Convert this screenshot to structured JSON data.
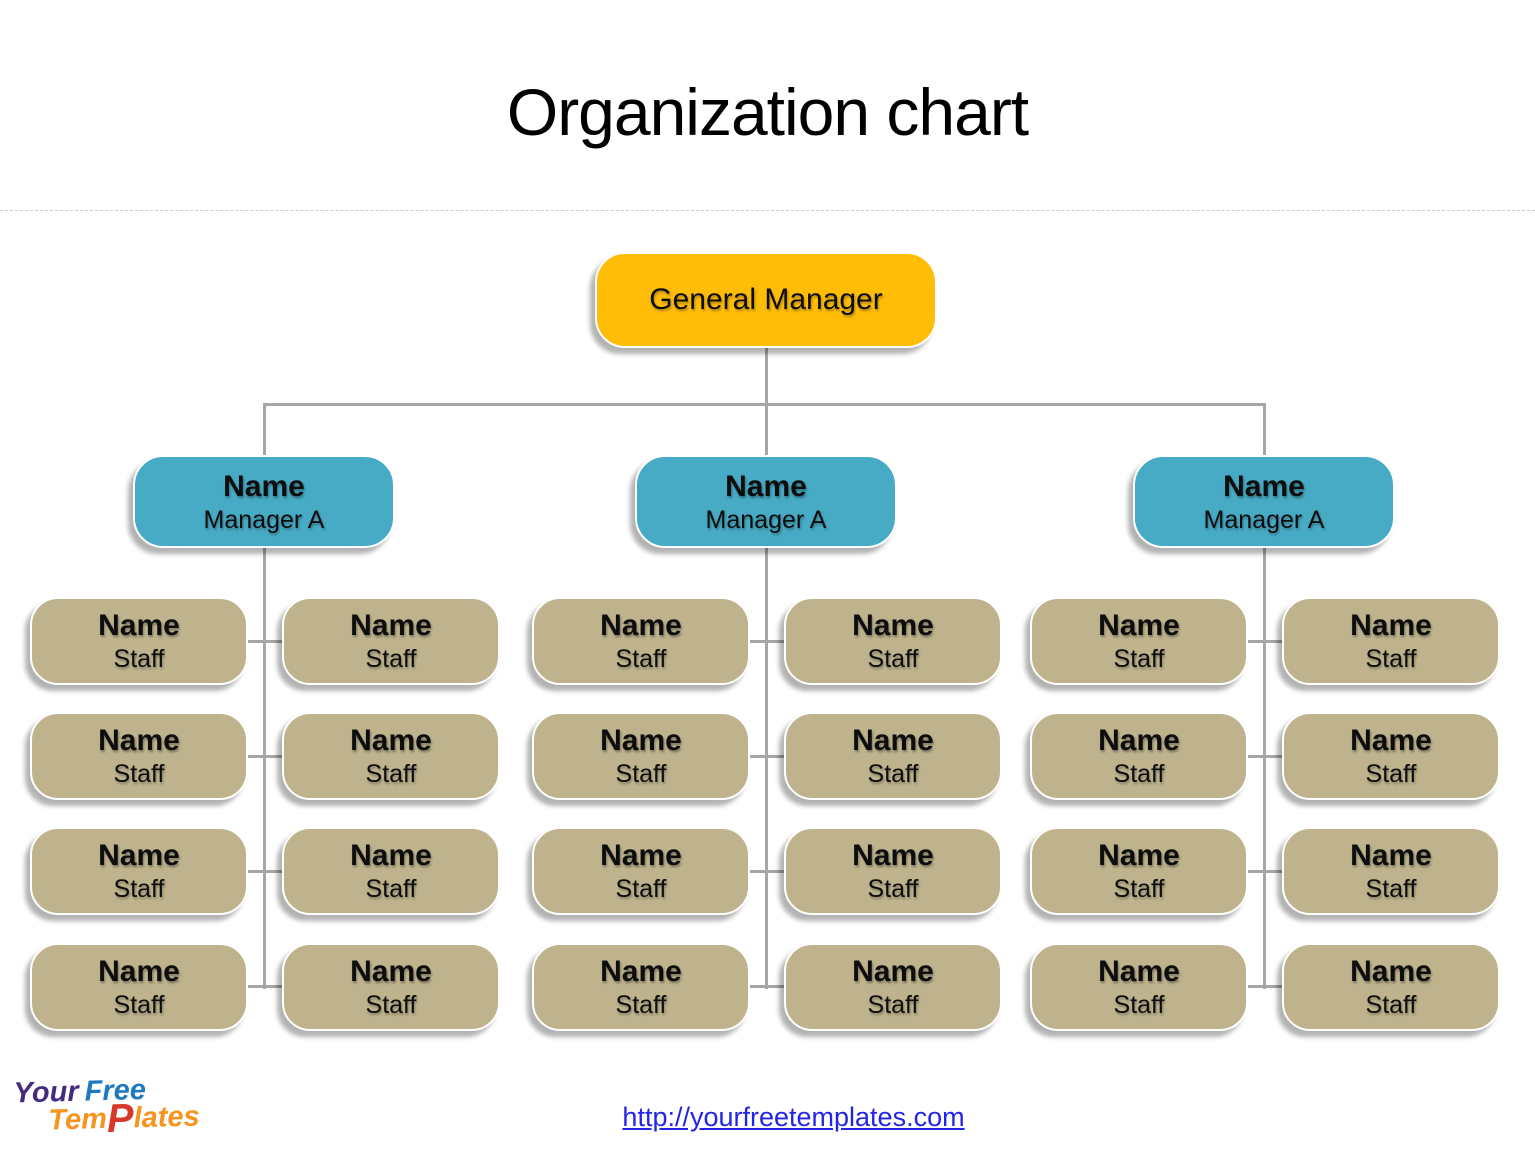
{
  "slide": {
    "title": "Organization chart"
  },
  "org": {
    "root": {
      "name": "General Manager"
    },
    "groups": [
      {
        "manager": {
          "name": "Name",
          "role": "Manager A"
        },
        "staff": [
          {
            "name": "Name",
            "role": "Staff"
          },
          {
            "name": "Name",
            "role": "Staff"
          },
          {
            "name": "Name",
            "role": "Staff"
          },
          {
            "name": "Name",
            "role": "Staff"
          },
          {
            "name": "Name",
            "role": "Staff"
          },
          {
            "name": "Name",
            "role": "Staff"
          },
          {
            "name": "Name",
            "role": "Staff"
          },
          {
            "name": "Name",
            "role": "Staff"
          }
        ]
      },
      {
        "manager": {
          "name": "Name",
          "role": "Manager A"
        },
        "staff": [
          {
            "name": "Name",
            "role": "Staff"
          },
          {
            "name": "Name",
            "role": "Staff"
          },
          {
            "name": "Name",
            "role": "Staff"
          },
          {
            "name": "Name",
            "role": "Staff"
          },
          {
            "name": "Name",
            "role": "Staff"
          },
          {
            "name": "Name",
            "role": "Staff"
          },
          {
            "name": "Name",
            "role": "Staff"
          },
          {
            "name": "Name",
            "role": "Staff"
          }
        ]
      },
      {
        "manager": {
          "name": "Name",
          "role": "Manager A"
        },
        "staff": [
          {
            "name": "Name",
            "role": "Staff"
          },
          {
            "name": "Name",
            "role": "Staff"
          },
          {
            "name": "Name",
            "role": "Staff"
          },
          {
            "name": "Name",
            "role": "Staff"
          },
          {
            "name": "Name",
            "role": "Staff"
          },
          {
            "name": "Name",
            "role": "Staff"
          },
          {
            "name": "Name",
            "role": "Staff"
          },
          {
            "name": "Name",
            "role": "Staff"
          }
        ]
      }
    ]
  },
  "footer": {
    "logo": {
      "word1": "Your",
      "word2": "Free",
      "tem": "Tem",
      "p": "P",
      "lates": "lates"
    },
    "link": "http://yourfreetemplates.com"
  },
  "colors": {
    "root_fill": "#FFBD07",
    "manager_fill": "#47ABC5",
    "staff_fill": "#BEB38D",
    "connector": "#A6A6A6",
    "link_blue": "#2424E8",
    "logo_your": "#452B7D",
    "logo_free": "#1F79C1",
    "logo_templates": "#F7941E",
    "logo_p": "#D6382A"
  }
}
